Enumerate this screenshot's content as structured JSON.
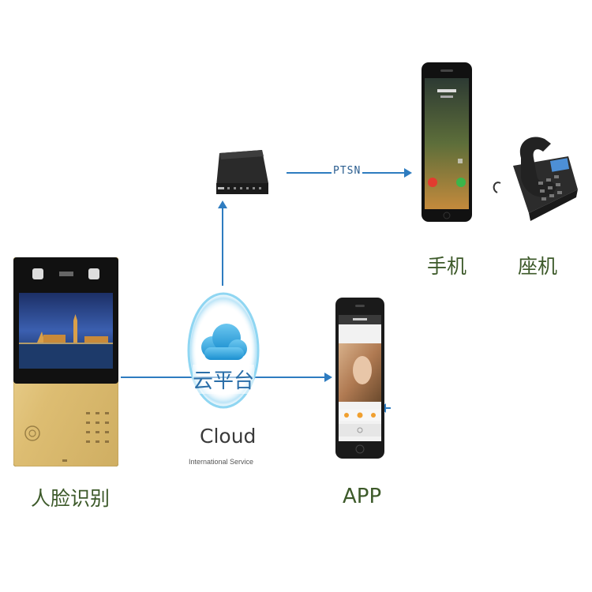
{
  "labels": {
    "face_recognition": "人脸识别",
    "mobile_phone": "手机",
    "landline": "座机",
    "app": "APP",
    "ptsn": "PTSN"
  },
  "cloud": {
    "chinese": "云平台",
    "title": "Cloud",
    "subtitle": "International Service"
  },
  "colors": {
    "arrow": "#2e7cc0",
    "label_text": "#3d5a2a",
    "panel_gold": "#e0c27a"
  }
}
